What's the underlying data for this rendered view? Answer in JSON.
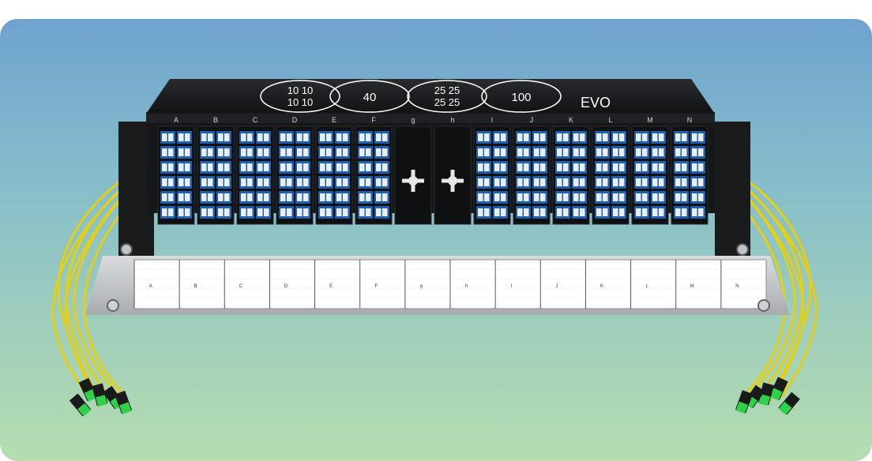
{
  "product": {
    "badges": [
      {
        "line1": "10 10",
        "line2": "10 10"
      },
      {
        "line1": "40",
        "line2": ""
      },
      {
        "line1": "25 25",
        "line2": "25 25"
      },
      {
        "line1": "100",
        "line2": ""
      }
    ],
    "brand": "EVO",
    "port_labels": [
      "A",
      "B",
      "C",
      "D",
      "E",
      "F",
      "g",
      "h",
      "I",
      "J",
      "K",
      "L",
      "M",
      "N"
    ],
    "blank_slots": [
      "g",
      "h"
    ],
    "card_labels": [
      "A",
      "B",
      "C",
      "D",
      "E",
      "F",
      "g",
      "h",
      "I",
      "J",
      "K",
      "L",
      "M",
      "N"
    ]
  },
  "colors": {
    "background_top": "#6fa3cf",
    "background_bottom": "#b5ddb0",
    "chassis": "#1b1c1e",
    "adapter_blue": "#1f5fb0",
    "fiber_yellow": "#e6d21a",
    "connector_green": "#2fd14a"
  }
}
